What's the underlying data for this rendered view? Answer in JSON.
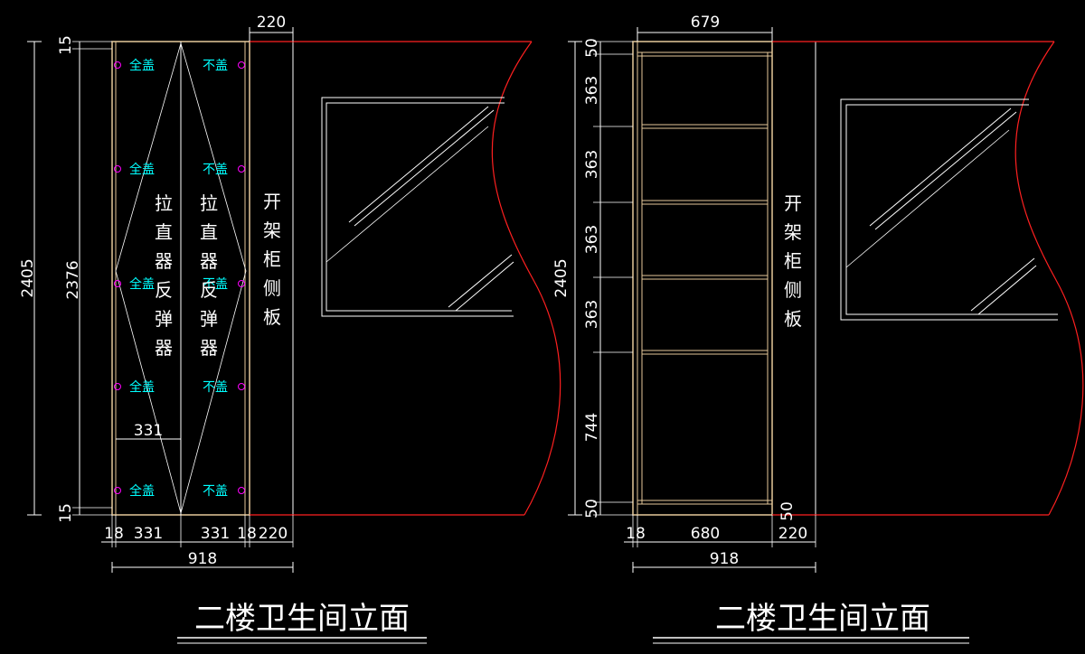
{
  "colors": {
    "background": "#000000",
    "line": "#ffffff",
    "cabinet": "#e6c99a",
    "red": "#ff2020",
    "cyan": "#00ffff",
    "magenta": "#ff00ff"
  },
  "left": {
    "title": "二楼卫生间立面",
    "dims": {
      "top_width": "220",
      "height_total": "2405",
      "height_inner": "2376",
      "top_gap": "15",
      "bottom_gap": "15",
      "inner_width": "331",
      "b1": "18",
      "b2": "331",
      "b3": "331",
      "b4": "18",
      "b5": "220",
      "bottom_total": "918"
    },
    "hinge_labels": [
      "全盖",
      "不盖",
      "全盖",
      "不盖",
      "全盖",
      "不盖",
      "全盖",
      "不盖",
      "全盖",
      "不盖"
    ],
    "door_text_1": [
      "拉",
      "直",
      "器",
      "反",
      "弹",
      "器"
    ],
    "door_text_2": [
      "拉",
      "直",
      "器",
      "反",
      "弹",
      "器"
    ],
    "side_panel": [
      "开",
      "架",
      "柜",
      "侧",
      "板"
    ]
  },
  "right": {
    "title": "二楼卫生间立面",
    "dims": {
      "top_width": "679",
      "height_total": "2405",
      "s1": "50",
      "s2": "363",
      "s3": "363",
      "s4": "363",
      "s5": "363",
      "s6": "744",
      "s7": "50",
      "side_50": "50",
      "b1": "18",
      "b2": "680",
      "b3": "220",
      "bottom_total": "918"
    },
    "side_panel": [
      "开",
      "架",
      "柜",
      "侧",
      "板"
    ]
  }
}
